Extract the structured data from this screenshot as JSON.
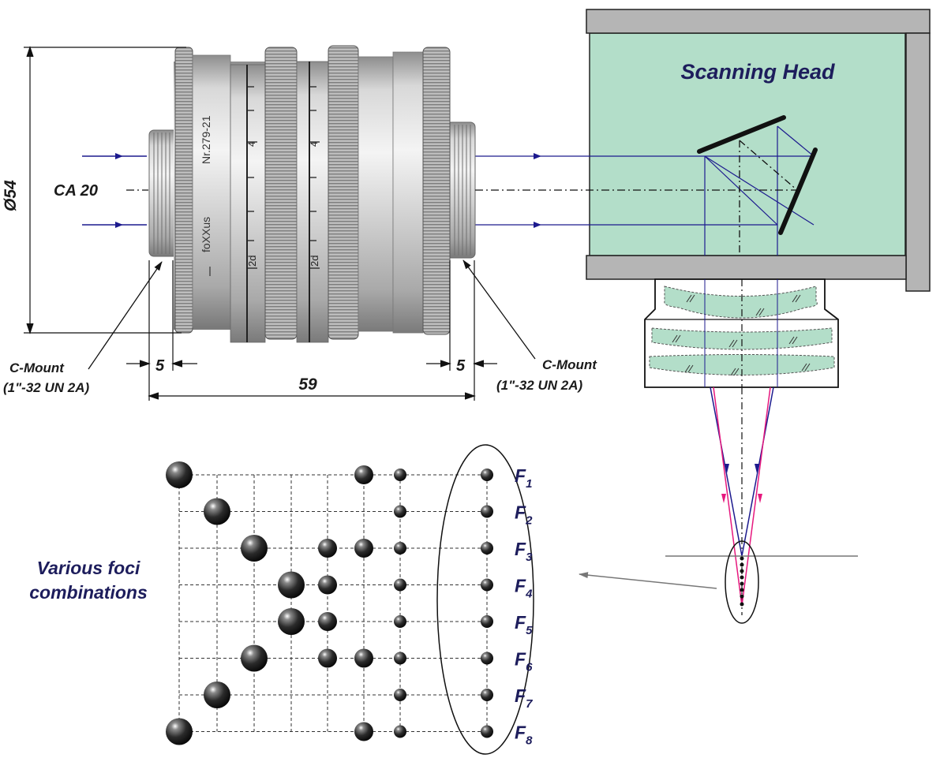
{
  "labels": {
    "diameter": "Ø54",
    "clear_aperture": "CA 20",
    "scanning_head": "Scanning Head",
    "c_mount_left_line1": "C-Mount",
    "c_mount_left_line2": "(1\"-32 UN 2A)",
    "c_mount_right_line1": "C-Mount",
    "c_mount_right_line2": "(1\"-32 UN 2A)",
    "thread_left": "5",
    "thread_right": "5",
    "length": "59",
    "foci_line1": "Various foci",
    "foci_line2": "combinations"
  },
  "lens_engraving": {
    "brand": "foXXus",
    "serial": "Nr.279-21",
    "scale_top": "4",
    "scale_mid": "4",
    "scale_low": "2d"
  },
  "foci": [
    {
      "letter": "F",
      "sub": "1"
    },
    {
      "letter": "F",
      "sub": "2"
    },
    {
      "letter": "F",
      "sub": "3"
    },
    {
      "letter": "F",
      "sub": "4"
    },
    {
      "letter": "F",
      "sub": "5"
    },
    {
      "letter": "F",
      "sub": "6"
    },
    {
      "letter": "F",
      "sub": "7"
    },
    {
      "letter": "F",
      "sub": "8"
    }
  ],
  "foci_grid": [
    [
      4,
      0,
      0,
      0,
      0,
      2,
      1,
      1
    ],
    [
      0,
      4,
      0,
      0,
      0,
      0,
      1,
      1
    ],
    [
      0,
      0,
      4,
      0,
      2,
      2,
      1,
      1
    ],
    [
      0,
      0,
      0,
      4,
      2,
      0,
      1,
      1
    ],
    [
      0,
      0,
      0,
      4,
      2,
      0,
      1,
      1
    ],
    [
      0,
      0,
      4,
      0,
      2,
      2,
      1,
      1
    ],
    [
      0,
      4,
      0,
      0,
      0,
      0,
      1,
      1
    ],
    [
      4,
      0,
      0,
      0,
      0,
      2,
      1,
      1
    ]
  ],
  "colors": {
    "head_fill": "#b3dec9",
    "gray_bar": "#b5b5b5",
    "beam_blue": "#1c1a8e",
    "beam_magenta": "#e6187e",
    "text_navy": "#1d1d5c"
  }
}
